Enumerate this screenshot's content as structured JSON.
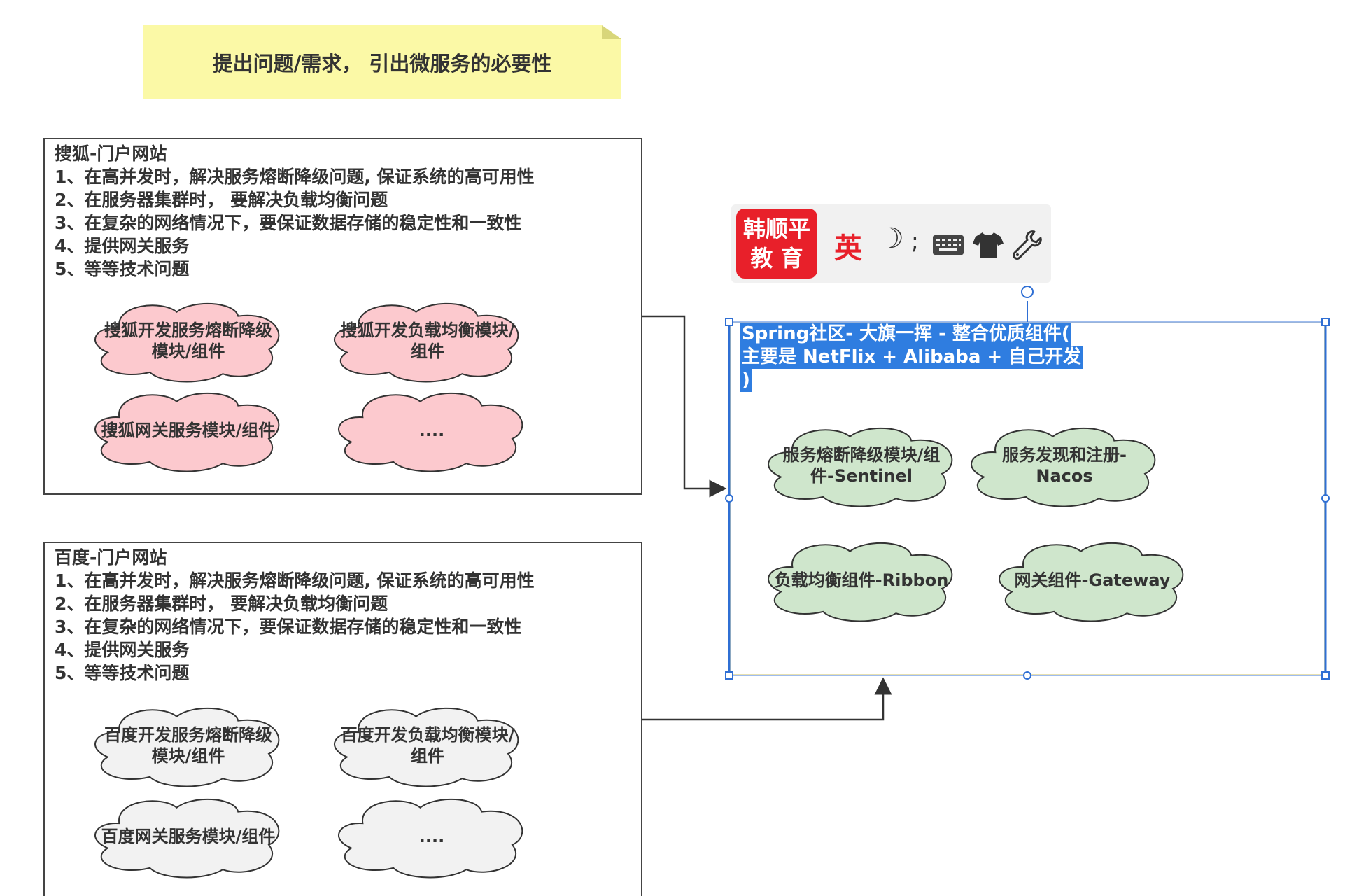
{
  "note": {
    "text": "提出问题/需求，  引出微服务的必要性"
  },
  "portals": [
    {
      "lines": [
        "搜狐-门户网站",
        "1、在高并发时，解决服务熔断降级问题, 保证系统的高可用性",
        "2、在服务器集群时，  要解决负载均衡问题",
        "3、在复杂的网络情况下，要保证数据存储的稳定性和一致性",
        "4、提供网关服务",
        "5、等等技术问题"
      ],
      "clouds": [
        {
          "text": "搜狐开发服务熔断降级模块/组件"
        },
        {
          "text": "搜狐开发负载均衡模块/组件"
        },
        {
          "text": "搜狐网关服务模块/组件"
        },
        {
          "text": "...."
        }
      ],
      "cloud_color": "#fcc9ce"
    },
    {
      "lines": [
        "百度-门户网站",
        "1、在高并发时，解决服务熔断降级问题, 保证系统的高可用性",
        "2、在服务器集群时，  要解决负载均衡问题",
        "3、在复杂的网络情况下，要保证数据存储的稳定性和一致性",
        "4、提供网关服务",
        "5、等等技术问题"
      ],
      "clouds": [
        {
          "text": "百度开发服务熔断降级模块/组件"
        },
        {
          "text": "百度开发负载均衡模块/组件"
        },
        {
          "text": "百度网关服务模块/组件"
        },
        {
          "text": "...."
        }
      ],
      "cloud_color": "#f2f2f2"
    }
  ],
  "toolbar": {
    "logo_line1": "韩顺平",
    "logo_line2": "教 育",
    "ying": "英",
    "moon": "☽",
    "semicolon": ";",
    "icons": [
      "keyboard-icon",
      "shirt-icon",
      "wrench-icon"
    ]
  },
  "spring": {
    "title_lines": [
      "Spring社区- 大旗一挥 - 整合优质组件(",
      "主要是 NetFlix + Alibaba + 自己开发",
      ")"
    ],
    "clouds": [
      {
        "text": "服务熔断降级模块/组件-Sentinel"
      },
      {
        "text": "服务发现和注册-Nacos"
      },
      {
        "text": "负载均衡组件-Ribbon"
      },
      {
        "text": "网关组件-Gateway"
      }
    ],
    "cloud_color": "#cfe6cc",
    "highlight_color": "#2f7de0"
  }
}
